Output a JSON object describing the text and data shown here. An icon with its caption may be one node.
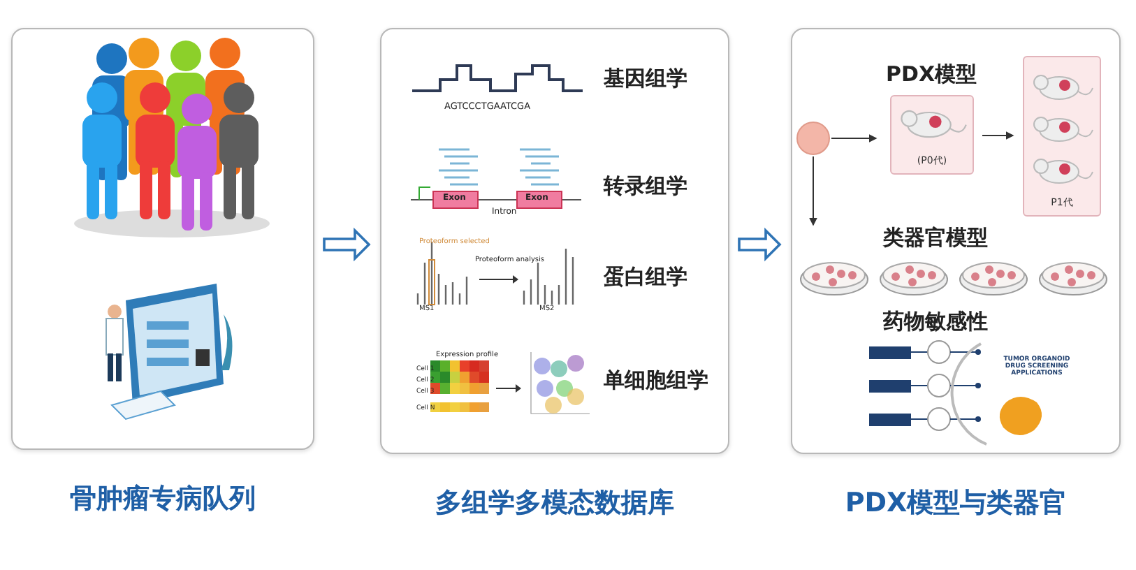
{
  "diagram": {
    "nodes": [
      {
        "text": [
          "骨肿瘤专病队列"
        ]
      },
      {
        "text": [
          "多组学多模态数据库"
        ]
      },
      {
        "text": [
          "PDX模型与类器官"
        ]
      },
      {
        "text": [],
        "shape": "circle",
        "in": 2
      },
      {
        "text": [
          "(P0代)"
        ],
        "in": 2
      },
      {
        "text": [
          "P1代"
        ],
        "in": 2
      }
    ],
    "edges": [
      {
        "from": 0,
        "to": 1,
        "arrow": "to",
        "style": "thick"
      },
      {
        "from": 1,
        "to": 2,
        "arrow": "to",
        "style": "thick"
      },
      {
        "from": 3,
        "to": 4,
        "arrow": "to"
      },
      {
        "from": 4,
        "to": 5,
        "arrow": "to"
      },
      {
        "from": 3,
        "to": null,
        "arrow": "to"
      }
    ],
    "labels": [
      "AGTCCCTGAATCGA",
      "基因组学",
      "Exon",
      "Intron",
      "Exon",
      "转录组学",
      "Proteoform selected",
      "Proteoform analysis",
      "MS1",
      "MS2",
      "蛋白组学",
      "Expression profile",
      "Cell 1",
      "Cell 2",
      "Cell 3",
      "Cell N",
      "单细胞组学",
      "PDX模型",
      "类器官模型",
      "药物敏感性",
      "TUMOR ORGANOID DRUG SCREENING APPLICATIONS"
    ]
  }
}
